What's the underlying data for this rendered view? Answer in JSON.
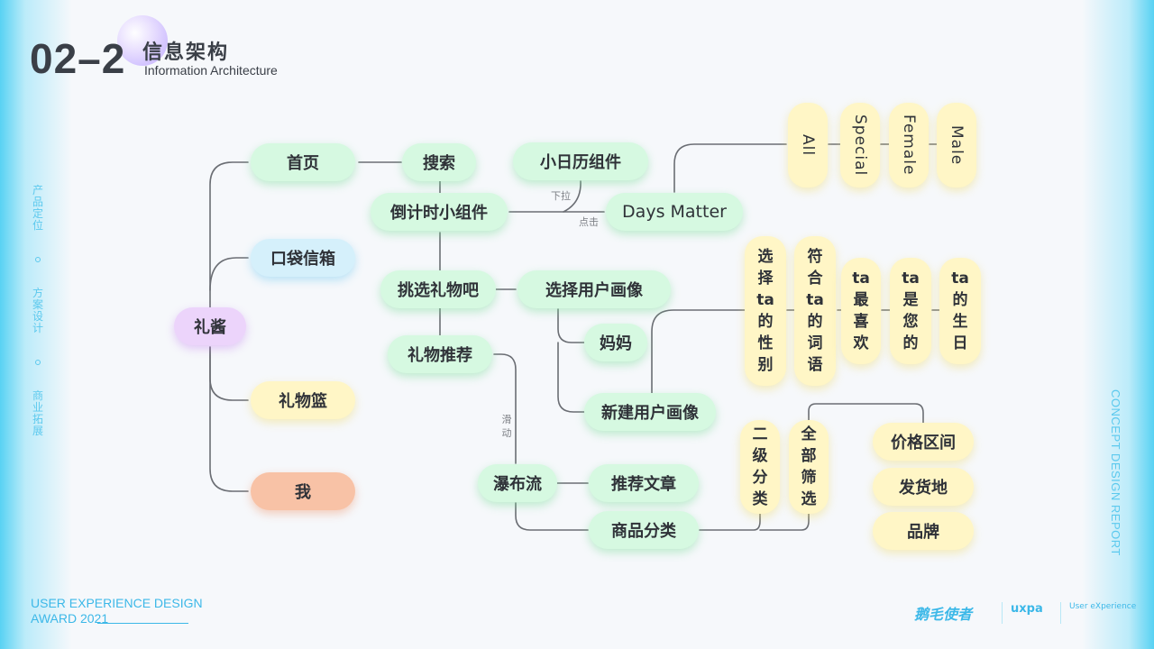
{
  "header": {
    "section_number": "02–2",
    "title_cn": "信息架构",
    "title_en": "Information Architecture"
  },
  "side_menu": [
    "产品定位",
    "方案设计",
    "商业拓展"
  ],
  "side_report": "CONCEPT DESIGN REPORT",
  "award": {
    "line1": "USER EXPERIENCE DESIGN",
    "line2": "AWARD 2021"
  },
  "logos": {
    "team": "鹅毛使者",
    "uxpa": "uxpa",
    "ue": "User eXperience"
  },
  "colors": {
    "accent": "#5cc9ee",
    "green": "#d6f9e1",
    "blue": "#d5f0fb",
    "yellow": "#fff6c6",
    "purple": "#ecd4fb",
    "orange": "#f8c2a6"
  },
  "diagram": {
    "root": "礼酱",
    "nav": {
      "home": "首页",
      "mailbox": "口袋信箱",
      "basket": "礼物篮",
      "me": "我"
    },
    "home_children": {
      "search": "搜索",
      "countdown": "倒计时小组件",
      "pick": "挑选礼物吧",
      "recommend": "礼物推荐"
    },
    "mini_calendar": "小日历组件",
    "days_matter": "Days Matter",
    "days_filters": [
      "All",
      "Special",
      "Female",
      "Male"
    ],
    "pull_label": "下拉",
    "click_label": "点击",
    "choose_profile": "选择用户画像",
    "mom": "妈妈",
    "new_profile": "新建用户画像",
    "profile_questions": [
      "选择ta的性别",
      "符合ta的词语",
      "ta最喜欢",
      "ta是您的",
      "ta的生日"
    ],
    "scroll_label": "滑动",
    "waterfall": "瀑布流",
    "articles": "推荐文章",
    "categories": "商品分类",
    "second_level": "二级分类",
    "all_filter": "全部筛选",
    "filters": [
      "价格区间",
      "发货地",
      "品牌"
    ]
  }
}
